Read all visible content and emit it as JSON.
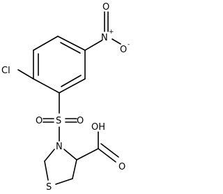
{
  "molecule": {
    "atoms": {
      "nitro_n": "N",
      "nitro_n_charge": "+",
      "nitro_o_top": "O",
      "nitro_o_right": "O",
      "nitro_o_right_charge": "-",
      "chlorine": "Cl",
      "sulfonyl_s": "S",
      "sulfonyl_o_left": "O",
      "sulfonyl_o_right": "O",
      "ring_n": "N",
      "ring_s": "S",
      "acid_o_top": "OH",
      "acid_o_bottom": "O"
    }
  }
}
